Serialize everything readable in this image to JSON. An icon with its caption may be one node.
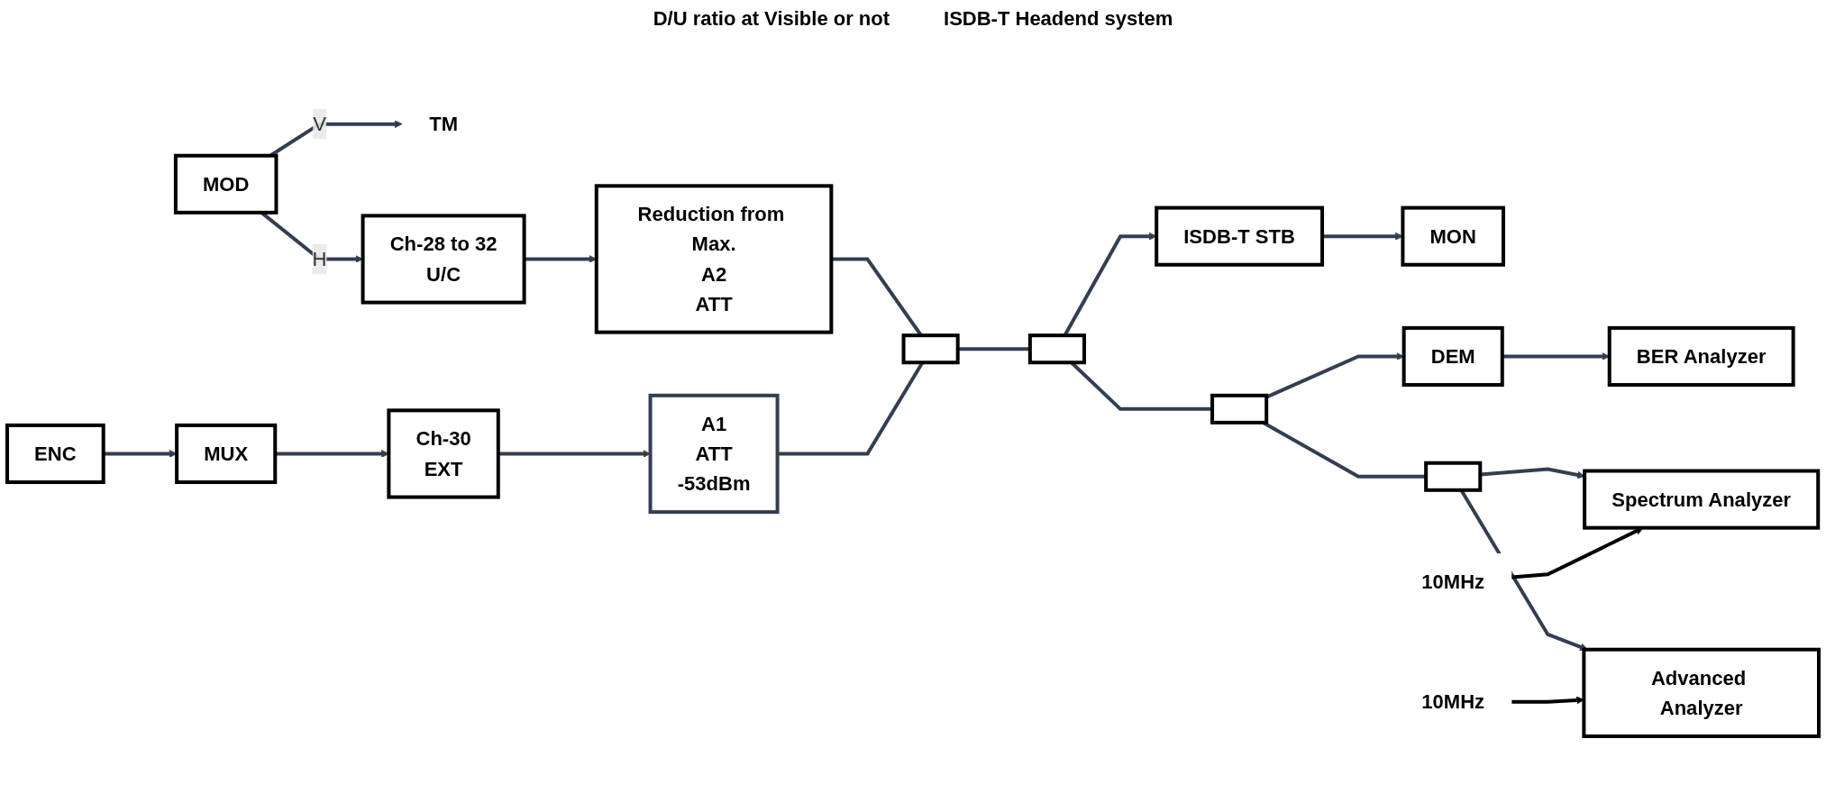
{
  "diagram": {
    "nodes": [
      {
        "text": [
          "MOD"
        ]
      },
      {
        "text": [
          "TM"
        ]
      },
      {
        "text": [
          "Ch-28 to 32",
          "U/C"
        ]
      },
      {
        "text": [
          "Reduction from Max.",
          "A2",
          "ATT"
        ]
      },
      {
        "text": [],
        "shape": "box"
      },
      {
        "text": [],
        "shape": "box"
      },
      {
        "text": [
          "ISDB-T STB"
        ]
      },
      {
        "text": [
          "MON"
        ]
      },
      {
        "text": [
          "ENC"
        ]
      },
      {
        "text": [
          "MUX"
        ]
      },
      {
        "text": [
          "Ch-30",
          "EXT"
        ]
      },
      {
        "text": [
          "A1",
          "ATT",
          "-53dBm"
        ]
      },
      {
        "text": [],
        "shape": "box"
      },
      {
        "text": [
          "DEM"
        ]
      },
      {
        "text": [
          "BER Analyzer"
        ]
      },
      {
        "text": [],
        "shape": "box"
      },
      {
        "text": [
          "Spectrum Analyzer"
        ]
      },
      {
        "text": [
          "Advanced Analyzer"
        ]
      },
      {
        "text": [
          "10MHz"
        ]
      },
      {
        "text": [
          "10MHz"
        ]
      }
    ],
    "edges": [
      {
        "from": 0,
        "to": 2,
        "arrow": "to",
        "label": "H"
      },
      {
        "from": 0,
        "to": 1,
        "arrow": "to",
        "label": "V"
      },
      {
        "from": 2,
        "to": 3,
        "arrow": "to"
      },
      {
        "from": 3,
        "to": 4,
        "arrow": "none"
      },
      {
        "from": 4,
        "to": 5,
        "arrow": "none"
      },
      {
        "from": 5,
        "to": 6,
        "arrow": "to"
      },
      {
        "from": 6,
        "to": 7,
        "arrow": "to"
      },
      {
        "from": 8,
        "to": 9,
        "arrow": "to"
      },
      {
        "from": 9,
        "to": 10,
        "arrow": "to"
      },
      {
        "from": 10,
        "to": 11,
        "arrow": "to"
      },
      {
        "from": 11,
        "to": 4,
        "arrow": "none"
      },
      {
        "from": 5,
        "to": 12,
        "arrow": "none"
      },
      {
        "from": 12,
        "to": 13,
        "arrow": "to"
      },
      {
        "from": 13,
        "to": 14,
        "arrow": "to"
      },
      {
        "from": 12,
        "to": 15,
        "arrow": "none"
      },
      {
        "from": 15,
        "to": 16,
        "arrow": "to"
      },
      {
        "from": 15,
        "to": 17,
        "arrow": "to"
      },
      {
        "from": 18,
        "to": 16,
        "arrow": "to",
        "color": "#000000"
      },
      {
        "from": 19,
        "to": 17,
        "arrow": "to",
        "color": "#000000"
      }
    ],
    "labels": [
      "D/U ratio at Visible or not",
      "ISDB-T Headend system"
    ]
  }
}
